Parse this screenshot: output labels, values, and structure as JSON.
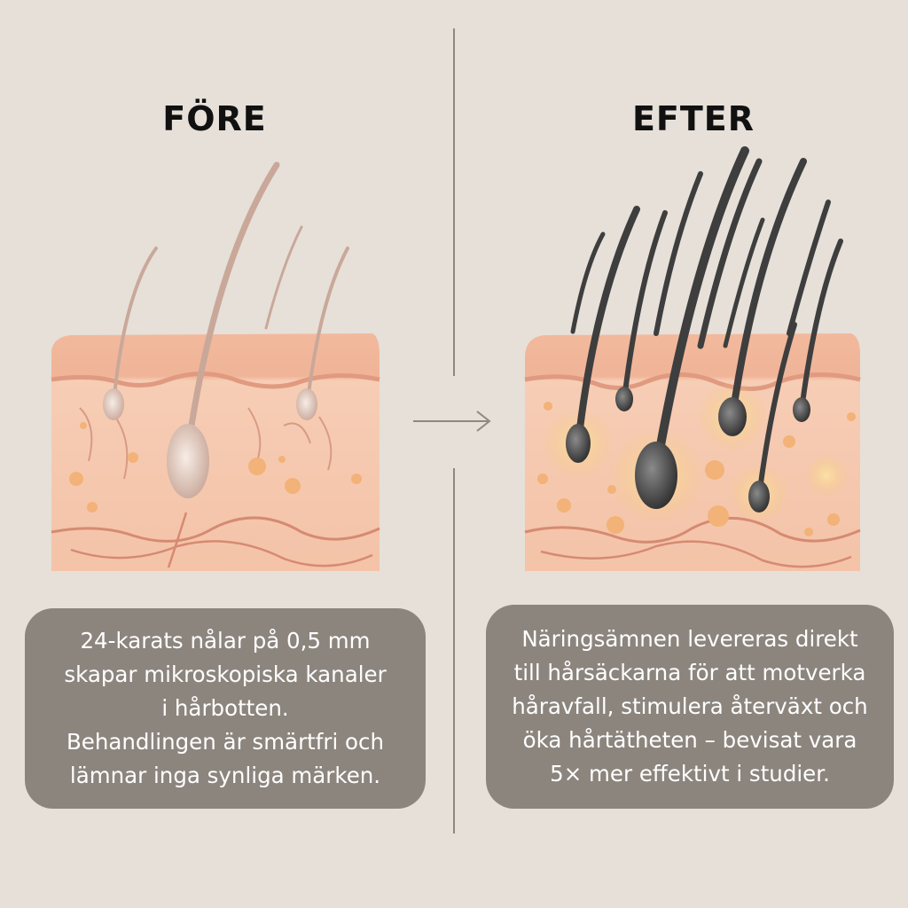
{
  "before": {
    "heading": "FÖRE",
    "caption_lines": [
      "24-karats nålar på 0,5 mm",
      "skapar mikroskopiska kanaler",
      "i hårbotten.",
      "Behandlingen är smärtfri och",
      "lämnar inga synliga märken."
    ]
  },
  "after": {
    "heading": "EFTER",
    "caption_lines": [
      "Näringsämnen levereras direkt",
      "till hårsäckarna för att motverka",
      "håravfall, stimulera återväxt och",
      "öka hårtätheten – bevisat vara",
      "5× mer effektivt i studier."
    ]
  },
  "colors": {
    "background": "#e6e0d9",
    "skin": "#f3c3a8",
    "skin_top": "#f0b79b",
    "vessel": "#d68a72",
    "hair_before": "#c9a89a",
    "hair_after": "#3e3e3e",
    "caption_bg": "#8c857e",
    "glow": "#f5c879"
  },
  "icons": {
    "transition": "arrow-right-icon"
  }
}
